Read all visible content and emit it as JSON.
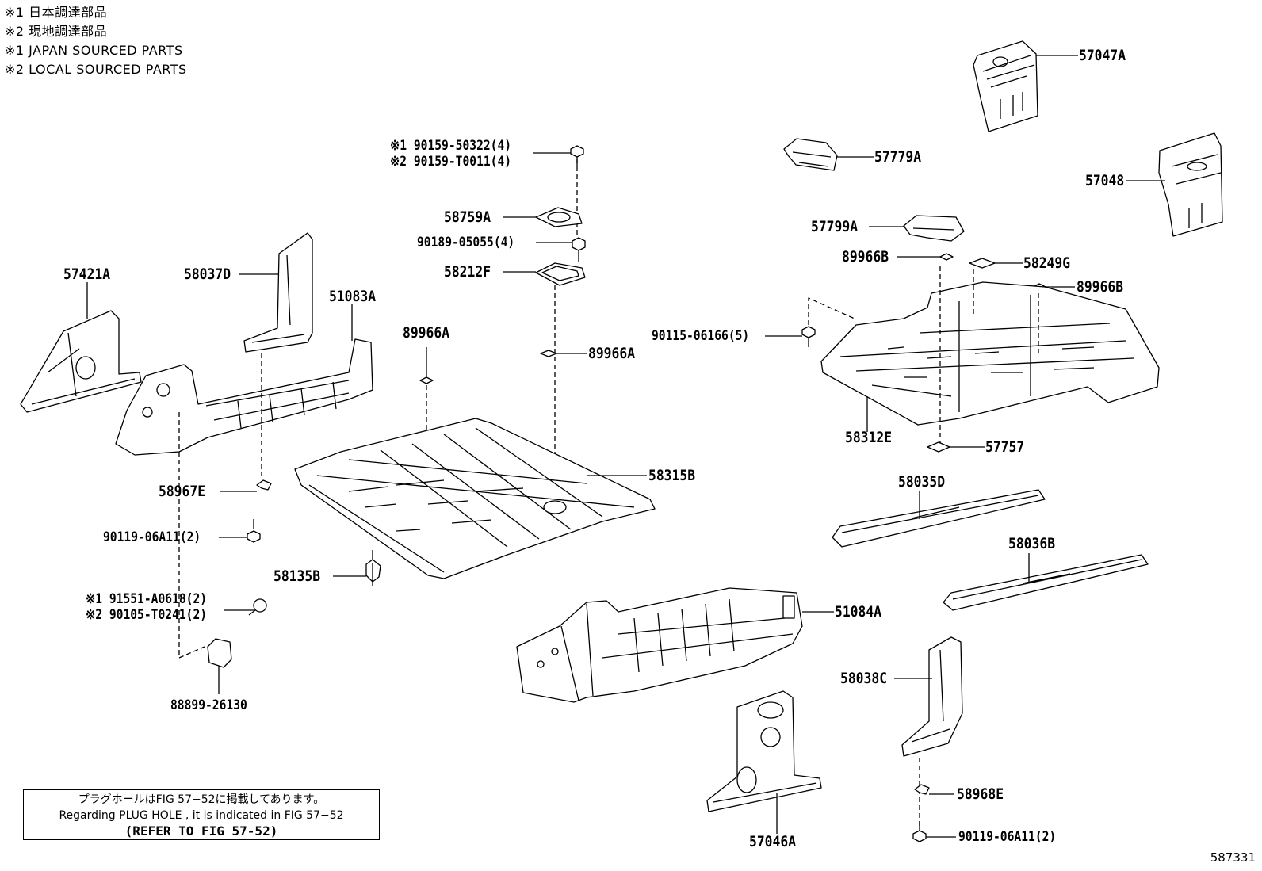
{
  "legend": [
    "※1 日本調達部品",
    "※2 現地調達部品",
    "※1 JAPAN SOURCED PARTS",
    "※2 LOCAL SOURCED PARTS"
  ],
  "labels": {
    "p57047A": "57047A",
    "p57779A": "57779A",
    "p57048": "57048",
    "p57799A": "57799A",
    "p89966B_1": "89966B",
    "p58249G": "58249G",
    "p89966B_2": "89966B",
    "p90115": "90115-06166(5)",
    "p58312E": "58312E",
    "p57757": "57757",
    "p58035D": "58035D",
    "p58036B": "58036B",
    "p51084A": "51084A",
    "p58038C": "58038C",
    "p58968E": "58968E",
    "p90119_b": "90119-06A11(2)",
    "p57046A": "57046A",
    "p90159_1": "※1 90159-50322(4)",
    "p90159_2": "※2 90159-T0011(4)",
    "p58759A": "58759A",
    "p90189": "90189-05055(4)",
    "p58212F": "58212F",
    "p89966A_1": "89966A",
    "p89966A_2": "89966A",
    "p58315B": "58315B",
    "p58135B": "58135B",
    "p57421A": "57421A",
    "p58037D": "58037D",
    "p51083A": "51083A",
    "p58967E": "58967E",
    "p90119_a": "90119-06A11(2)",
    "p91551": "※1 91551-A0618(2)",
    "p90105": "※2 90105-T0241(2)",
    "p88899": "88899-26130"
  },
  "note": {
    "line1": "プラグホールはFIG 57−52に掲載してあります。",
    "line2": "Regarding  PLUG  HOLE , it is indicated in FIG  57−52",
    "line3": "(REFER TO FIG 57-52)"
  },
  "figure_code": "587331"
}
